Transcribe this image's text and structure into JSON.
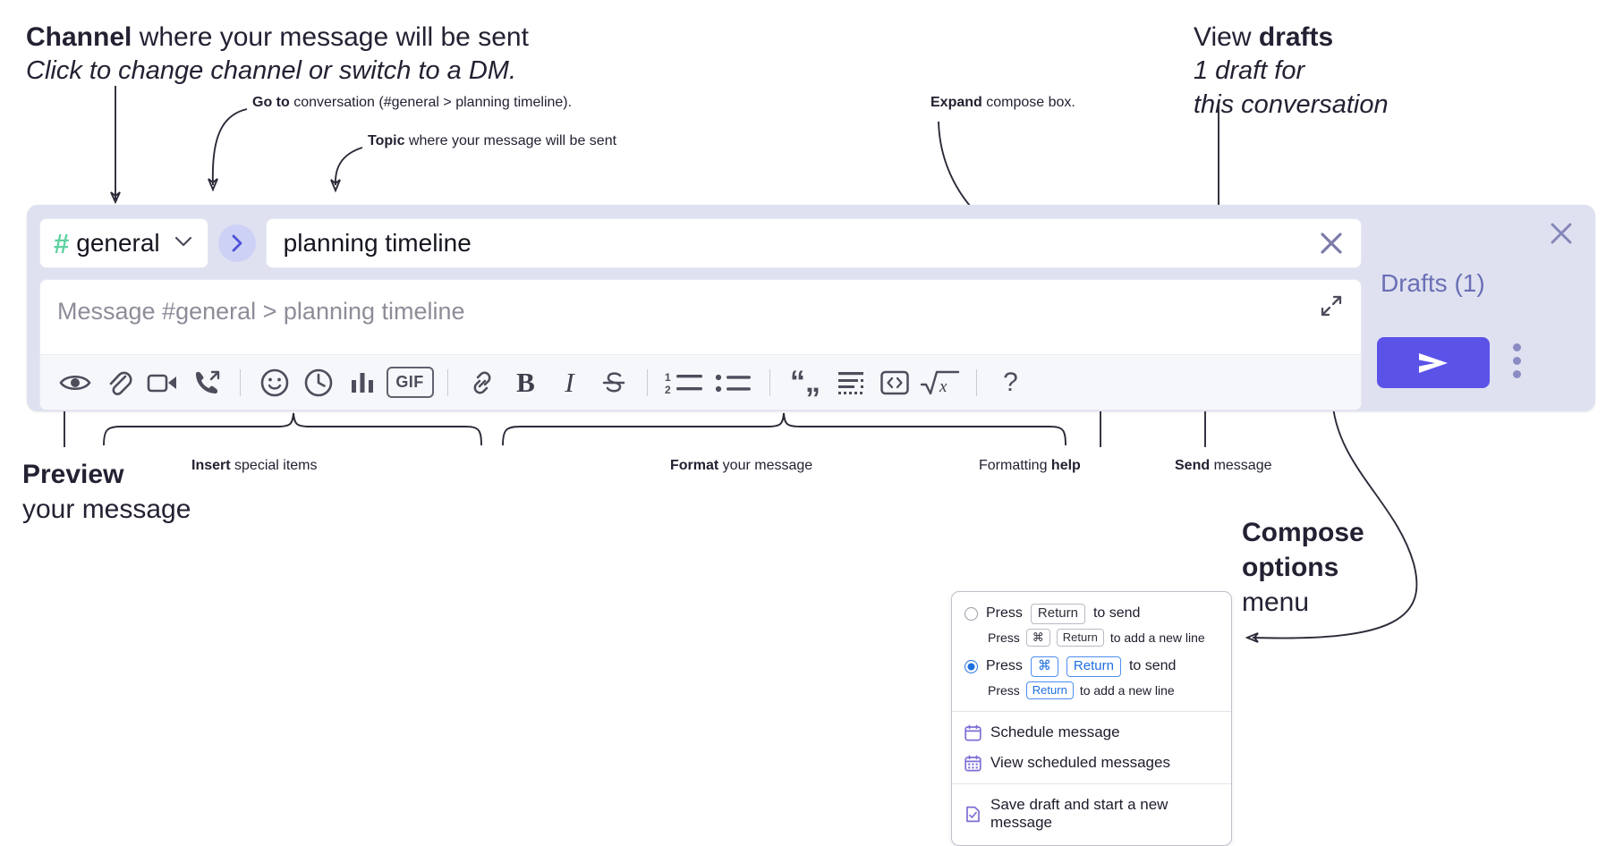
{
  "annotations": {
    "channel": {
      "bold": "Channel",
      "rest": " where your message will be sent",
      "sub": "Click to change channel or switch to a DM."
    },
    "goto": {
      "bold": "Go to",
      "rest": " conversation (#general > planning timeline)."
    },
    "topic": {
      "bold": "Topic",
      "rest": " where your message will be sent"
    },
    "expand": {
      "bold": "Expand",
      "rest": " compose box."
    },
    "drafts": {
      "pre": "View ",
      "bold": "drafts",
      "sub1": "1 draft for",
      "sub2": "this conversation"
    },
    "preview": {
      "bold": "Preview",
      "sub": "your message"
    },
    "insert": {
      "bold": "Insert",
      "rest": " special items"
    },
    "format": {
      "bold": "Format",
      "rest": " your message"
    },
    "help": {
      "pre": "Formatting ",
      "bold": "help"
    },
    "send": {
      "bold": "Send",
      "rest": " message"
    },
    "compose_options": {
      "bold1": "Compose",
      "bold2": "options",
      "rest": "menu"
    }
  },
  "compose": {
    "channel_label": "general",
    "channel_icon": "hash-icon",
    "goto_icon": "chevron-right-icon",
    "topic_value": "planning timeline",
    "clear_icon": "close-icon",
    "message_placeholder": "Message #general > planning timeline",
    "expand_icon": "expand-icon",
    "close_icon": "close-icon",
    "drafts_label": "Drafts (1)",
    "send_icon": "send-icon",
    "kebab_icon": "more-vertical-icon",
    "toolbar": [
      {
        "name": "preview-icon",
        "label": "Preview"
      },
      {
        "name": "attachment-icon",
        "label": "Attach file"
      },
      {
        "name": "video-icon",
        "label": "Record video clip"
      },
      {
        "name": "audio-call-icon",
        "label": "Record audio clip"
      },
      {
        "sep": true
      },
      {
        "name": "emoji-icon",
        "label": "Emoji"
      },
      {
        "name": "clock-icon",
        "label": "Reminder"
      },
      {
        "name": "poll-icon",
        "label": "Poll"
      },
      {
        "name": "gif-icon",
        "label": "GIF"
      },
      {
        "sep": true
      },
      {
        "name": "link-icon",
        "label": "Link"
      },
      {
        "name": "bold-icon",
        "label": "B"
      },
      {
        "name": "italic-icon",
        "label": "I"
      },
      {
        "name": "strikethrough-icon",
        "label": "Strikethrough"
      },
      {
        "sep": true
      },
      {
        "name": "ordered-list-icon",
        "label": "Ordered list"
      },
      {
        "name": "bullet-list-icon",
        "label": "Bulleted list"
      },
      {
        "sep": true
      },
      {
        "name": "blockquote-icon",
        "label": "Blockquote"
      },
      {
        "name": "code-block-icon",
        "label": "Code block"
      },
      {
        "name": "code-icon",
        "label": "Code"
      },
      {
        "name": "math-icon",
        "label": "Math"
      },
      {
        "sep": true
      },
      {
        "name": "help-icon",
        "label": "?"
      }
    ]
  },
  "menu": {
    "options": [
      {
        "selected": false,
        "line": {
          "pre": "Press ",
          "keys": [
            "Return"
          ],
          "post": " to send"
        },
        "sub": {
          "pre": "Press ",
          "keys": [
            "⌘",
            "Return"
          ],
          "post": " to add a new line"
        }
      },
      {
        "selected": true,
        "line": {
          "pre": "Press ",
          "keys": [
            "⌘",
            "Return"
          ],
          "post": " to send"
        },
        "sub": {
          "pre": "Press ",
          "keys": [
            "Return"
          ],
          "post": " to add a new line"
        }
      }
    ],
    "items": [
      {
        "icon": "calendar-icon",
        "label": "Schedule message"
      },
      {
        "icon": "calendar-grid-icon",
        "label": "View scheduled messages"
      },
      {
        "icon": "save-draft-icon",
        "label": "Save draft and start a new message"
      }
    ]
  },
  "colors": {
    "panel_bg": "#dfe1f0",
    "send_button": "#5b52e8",
    "hash_green": "#5ed2a0",
    "drafts_text": "#6a6fb5",
    "radio_blue": "#1e6fe0"
  }
}
